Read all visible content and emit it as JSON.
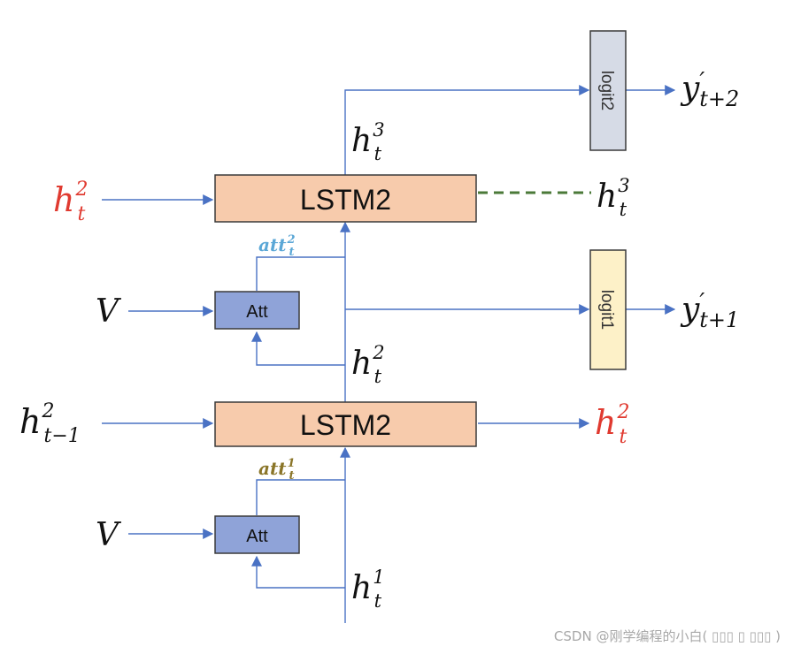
{
  "colors": {
    "arrow": "#4a72c4",
    "lstm_fill": "#f7cbac",
    "att_fill": "#8fa3d8",
    "logit2_fill": "#d6dbe6",
    "logit1_fill": "#fdf1c8",
    "red": "#e03a30",
    "att2_color": "#5ba7d6",
    "att1_color": "#8a7528",
    "dashed": "#4b7a39",
    "text": "#111111"
  },
  "boxes": {
    "lstm_top": "LSTM2",
    "lstm_bottom": "LSTM2",
    "att_top": "Att",
    "att_bottom": "Att",
    "logit2": "logit2",
    "logit1": "logit1"
  },
  "labels": {
    "h_t2_left_top": {
      "base": "h",
      "sub": "t",
      "sup": "2"
    },
    "v_top": {
      "base": "V"
    },
    "h_tm1_2": {
      "base": "h",
      "sub": "t−1",
      "sup": "2"
    },
    "v_bottom": {
      "base": "V"
    },
    "att_t2": {
      "base": "att",
      "sub": "t",
      "sup": "2"
    },
    "att_t1": {
      "base": "att",
      "sub": "t",
      "sup": "1"
    },
    "h_t3_mid": {
      "base": "h",
      "sub": "t",
      "sup": "3"
    },
    "h_t3_right": {
      "base": "h",
      "sub": "t",
      "sup": "3"
    },
    "h_t2_mid": {
      "base": "h",
      "sub": "t",
      "sup": "2"
    },
    "h_t2_right": {
      "base": "h",
      "sub": "t",
      "sup": "2"
    },
    "h_t1_bottom": {
      "base": "h",
      "sub": "t",
      "sup": "1"
    },
    "y_t2": {
      "base": "y",
      "prime": "′",
      "sub": "t+2"
    },
    "y_t1": {
      "base": "y",
      "prime": "′",
      "sub": "t+1"
    }
  },
  "watermark": "CSDN @刚学编程的小白( ▯▯▯ ▯ ▯▯▯ )"
}
